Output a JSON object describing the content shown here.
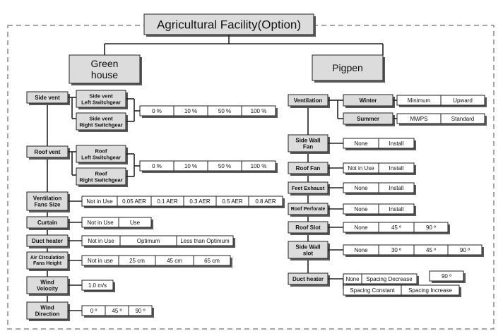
{
  "title": "Agricultural Facility(Option)",
  "sections": {
    "greenhouse": "Green\nhouse",
    "pigpen": "Pigpen"
  },
  "greenhouse": {
    "side_vent": {
      "label": "Side vent",
      "left": "Side vent\nLeft Switchgear",
      "right": "Side vent\nRight Switchgear",
      "options": [
        "0 %",
        "10 %",
        "50  %",
        "100 %"
      ]
    },
    "roof_vent": {
      "label": "Roof vent",
      "left": "Roof\nLeft Switchgear",
      "right": "Roof\nRight Switchgear",
      "options": [
        "0 %",
        "10 %",
        "50  %",
        "100 %"
      ]
    },
    "ventilation_fans_size": {
      "label": "Ventilation\nFans Size",
      "options": [
        "Not in Use",
        "0.05 AER",
        "0.1 AER",
        "0.3 AER",
        "0.5 AER",
        "0.8 AER"
      ]
    },
    "curtain": {
      "label": "Curtain",
      "options": [
        "Not in Use",
        "Use"
      ]
    },
    "duct_heater": {
      "label": "Duct heater",
      "options": [
        "Not in Use",
        "Optimum",
        "Less than Optimum"
      ]
    },
    "air_circulation": {
      "label": "Air Circulation\nFans Height",
      "options": [
        "Not in use",
        "25 cm",
        "45 cm",
        "65 cm"
      ]
    },
    "wind_velocity": {
      "label": "Wind\nVelocity",
      "options": [
        "1.0 m/s"
      ]
    },
    "wind_direction": {
      "label": "Wind\nDirection",
      "options": [
        "0 º",
        "45 º",
        "90 º"
      ]
    }
  },
  "pigpen": {
    "ventilation": {
      "label": "Ventilation",
      "winter": {
        "label": "Winter",
        "options": [
          "Minimum",
          "Upward"
        ]
      },
      "summer": {
        "label": "Summer",
        "options": [
          "MWPS",
          "Standard"
        ]
      }
    },
    "side_wall_fan": {
      "label": "Side Wall\nFan",
      "options": [
        "None",
        "Install"
      ]
    },
    "roof_fan": {
      "label": "Roof Fan",
      "options": [
        "Not in Use",
        "Install"
      ]
    },
    "feet_exhaust": {
      "label": "Feet Exhaust",
      "options": [
        "None",
        "Install"
      ]
    },
    "roof_perforate": {
      "label": "Roof Perforate",
      "options": [
        "None",
        "Install"
      ]
    },
    "roof_slot": {
      "label": "Roof Slot",
      "options": [
        "None",
        "45 º",
        "90 º"
      ]
    },
    "side_wall_slot": {
      "label": "Side Wall\nslot",
      "options": [
        "None",
        "30 º",
        "45 º",
        "90 º"
      ]
    },
    "duct_heater": {
      "label": "Duct heater",
      "options_row1": [
        "None",
        "Spacing Decrease"
      ],
      "extra": "90 º",
      "options_row2": [
        "Spacing Constant",
        "Spacing Increase"
      ]
    }
  },
  "colors": {
    "box_fill": "#dcdcdc",
    "box_stroke": "#222222",
    "dash_border": "#888888",
    "line": "#222222"
  }
}
